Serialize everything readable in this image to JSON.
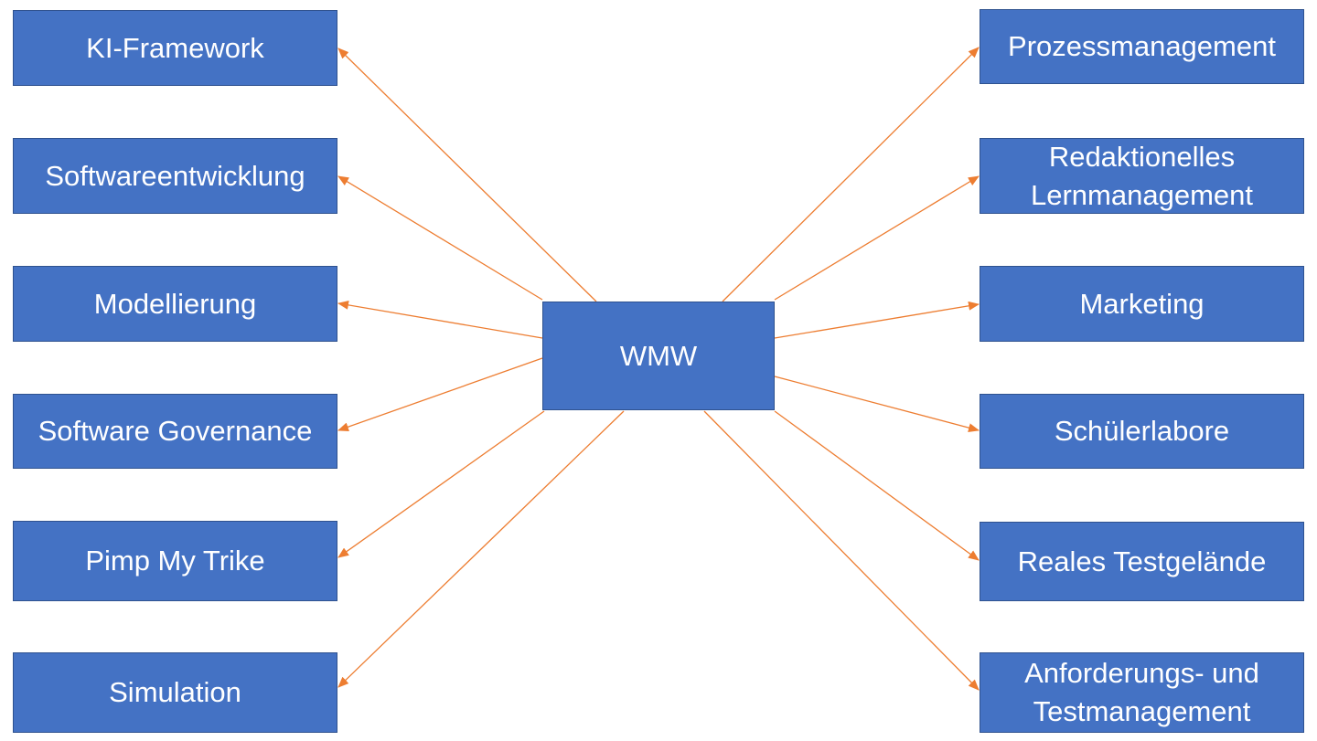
{
  "center": {
    "label": "WMW"
  },
  "left_nodes": [
    {
      "label": "KI-Framework"
    },
    {
      "label": "Softwareentwicklung"
    },
    {
      "label": "Modellierung"
    },
    {
      "label": "Software Governance"
    },
    {
      "label": "Pimp My Trike"
    },
    {
      "label": "Simulation"
    }
  ],
  "right_nodes": [
    {
      "label": "Prozessmanagement"
    },
    {
      "label": "Redaktionelles\nLernmanagement"
    },
    {
      "label": "Marketing"
    },
    {
      "label": "Schülerlabore"
    },
    {
      "label": "Reales Testgelände"
    },
    {
      "label": "Anforderungs- und\nTestmanagement"
    }
  ],
  "colors": {
    "box_fill": "#4472C4",
    "box_border": "#2F528F",
    "text": "#FFFFFF",
    "arrow": "#ED7D31"
  }
}
